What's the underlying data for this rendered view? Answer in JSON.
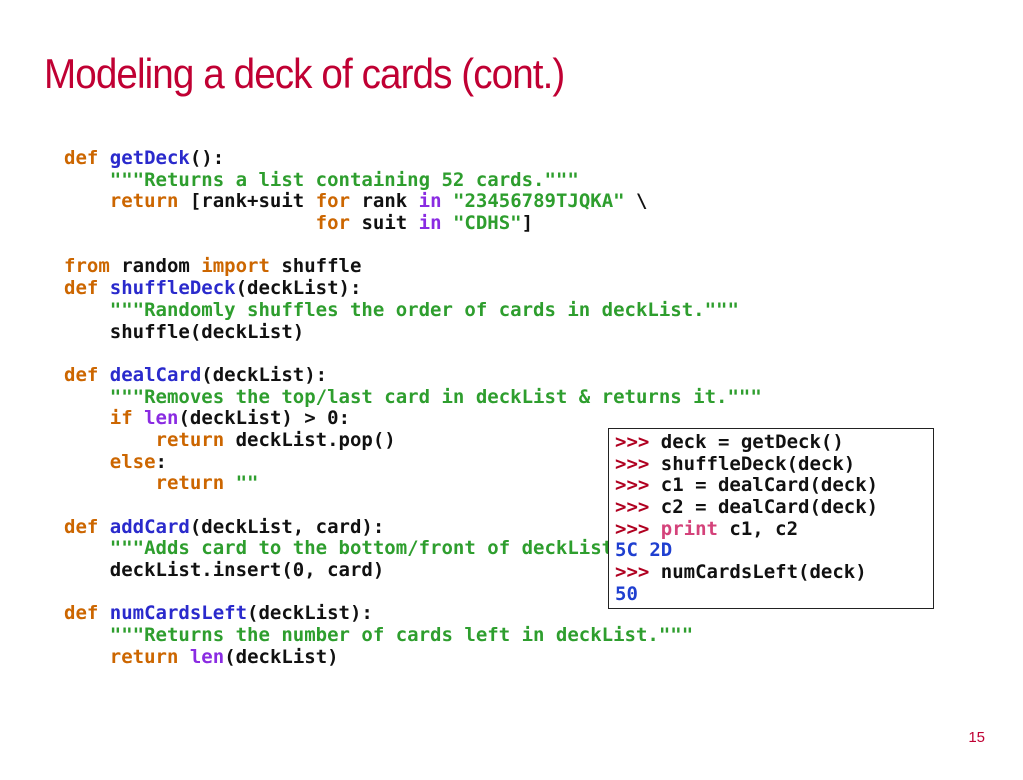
{
  "slide": {
    "title": "Modeling a deck of cards (cont.)",
    "page_number": "15"
  },
  "code_lines": [
    [
      {
        "t": "def ",
        "c": "kw"
      },
      {
        "t": "getDeck",
        "c": "fn"
      },
      {
        "t": "():",
        "c": "tx"
      }
    ],
    [
      {
        "t": "    ",
        "c": "tx"
      },
      {
        "t": "\"\"\"Returns a list containing 52 cards.\"\"\"",
        "c": "str"
      }
    ],
    [
      {
        "t": "    ",
        "c": "tx"
      },
      {
        "t": "return",
        "c": "kw"
      },
      {
        "t": " [rank+suit ",
        "c": "tx"
      },
      {
        "t": "for",
        "c": "kw"
      },
      {
        "t": " rank ",
        "c": "tx"
      },
      {
        "t": "in",
        "c": "bi"
      },
      {
        "t": " ",
        "c": "tx"
      },
      {
        "t": "\"23456789TJQKA\"",
        "c": "str"
      },
      {
        "t": " \\",
        "c": "tx"
      }
    ],
    [
      {
        "t": "                      ",
        "c": "tx"
      },
      {
        "t": "for",
        "c": "kw"
      },
      {
        "t": " suit ",
        "c": "tx"
      },
      {
        "t": "in",
        "c": "bi"
      },
      {
        "t": " ",
        "c": "tx"
      },
      {
        "t": "\"CDHS\"",
        "c": "str"
      },
      {
        "t": "]",
        "c": "tx"
      }
    ],
    [],
    [
      {
        "t": "from",
        "c": "kw"
      },
      {
        "t": " random ",
        "c": "tx"
      },
      {
        "t": "import",
        "c": "kw"
      },
      {
        "t": " shuffle",
        "c": "tx"
      }
    ],
    [
      {
        "t": "def ",
        "c": "kw"
      },
      {
        "t": "shuffleDeck",
        "c": "fn"
      },
      {
        "t": "(deckList):",
        "c": "tx"
      }
    ],
    [
      {
        "t": "    ",
        "c": "tx"
      },
      {
        "t": "\"\"\"Randomly shuffles the order of cards in deckList.\"\"\"",
        "c": "str"
      }
    ],
    [
      {
        "t": "    shuffle(deckList)",
        "c": "tx"
      }
    ],
    [],
    [
      {
        "t": "def ",
        "c": "kw"
      },
      {
        "t": "dealCard",
        "c": "fn"
      },
      {
        "t": "(deckList):",
        "c": "tx"
      }
    ],
    [
      {
        "t": "    ",
        "c": "tx"
      },
      {
        "t": "\"\"\"Removes the top/last card in deckList & returns it.\"\"\"",
        "c": "str"
      }
    ],
    [
      {
        "t": "    ",
        "c": "tx"
      },
      {
        "t": "if",
        "c": "kw"
      },
      {
        "t": " ",
        "c": "tx"
      },
      {
        "t": "len",
        "c": "bi"
      },
      {
        "t": "(deckList) > 0:",
        "c": "tx"
      }
    ],
    [
      {
        "t": "        ",
        "c": "tx"
      },
      {
        "t": "return",
        "c": "kw"
      },
      {
        "t": " deckList.pop()",
        "c": "tx"
      }
    ],
    [
      {
        "t": "    ",
        "c": "tx"
      },
      {
        "t": "else",
        "c": "kw"
      },
      {
        "t": ":",
        "c": "tx"
      }
    ],
    [
      {
        "t": "        ",
        "c": "tx"
      },
      {
        "t": "return",
        "c": "kw"
      },
      {
        "t": " ",
        "c": "tx"
      },
      {
        "t": "\"\"",
        "c": "str"
      }
    ],
    [],
    [
      {
        "t": "def ",
        "c": "kw"
      },
      {
        "t": "addCard",
        "c": "fn"
      },
      {
        "t": "(deckList, card):",
        "c": "tx"
      }
    ],
    [
      {
        "t": "    ",
        "c": "tx"
      },
      {
        "t": "\"\"\"Adds card to the bottom/front of deckList.\"\"\"",
        "c": "str"
      }
    ],
    [
      {
        "t": "    deckList.insert(0, card)",
        "c": "tx"
      }
    ],
    [],
    [
      {
        "t": "def ",
        "c": "kw"
      },
      {
        "t": "numCardsLeft",
        "c": "fn"
      },
      {
        "t": "(deckList):",
        "c": "tx"
      }
    ],
    [
      {
        "t": "    ",
        "c": "tx"
      },
      {
        "t": "\"\"\"Returns the number of cards left in deckList.\"\"\"",
        "c": "str"
      }
    ],
    [
      {
        "t": "    ",
        "c": "tx"
      },
      {
        "t": "return",
        "c": "kw"
      },
      {
        "t": " ",
        "c": "tx"
      },
      {
        "t": "len",
        "c": "bi"
      },
      {
        "t": "(deckList)",
        "c": "tx"
      }
    ]
  ],
  "console_lines": [
    [
      {
        "t": ">>> ",
        "c": "prompt"
      },
      {
        "t": "deck = getDeck()",
        "c": "cmd"
      }
    ],
    [
      {
        "t": ">>> ",
        "c": "prompt"
      },
      {
        "t": "shuffleDeck(deck)",
        "c": "cmd"
      }
    ],
    [
      {
        "t": ">>> ",
        "c": "prompt"
      },
      {
        "t": "c1 = dealCard(deck)",
        "c": "cmd"
      }
    ],
    [
      {
        "t": ">>> ",
        "c": "prompt"
      },
      {
        "t": "c2 = dealCard(deck)",
        "c": "cmd"
      }
    ],
    [
      {
        "t": ">>> ",
        "c": "prompt"
      },
      {
        "t": "print",
        "c": "ckw"
      },
      {
        "t": " c1, c2",
        "c": "cmd"
      }
    ],
    [
      {
        "t": "5C 2D",
        "c": "out"
      }
    ],
    [
      {
        "t": ">>> ",
        "c": "prompt"
      },
      {
        "t": "numCardsLeft(deck)",
        "c": "cmd"
      }
    ],
    [
      {
        "t": "50",
        "c": "out"
      }
    ]
  ]
}
